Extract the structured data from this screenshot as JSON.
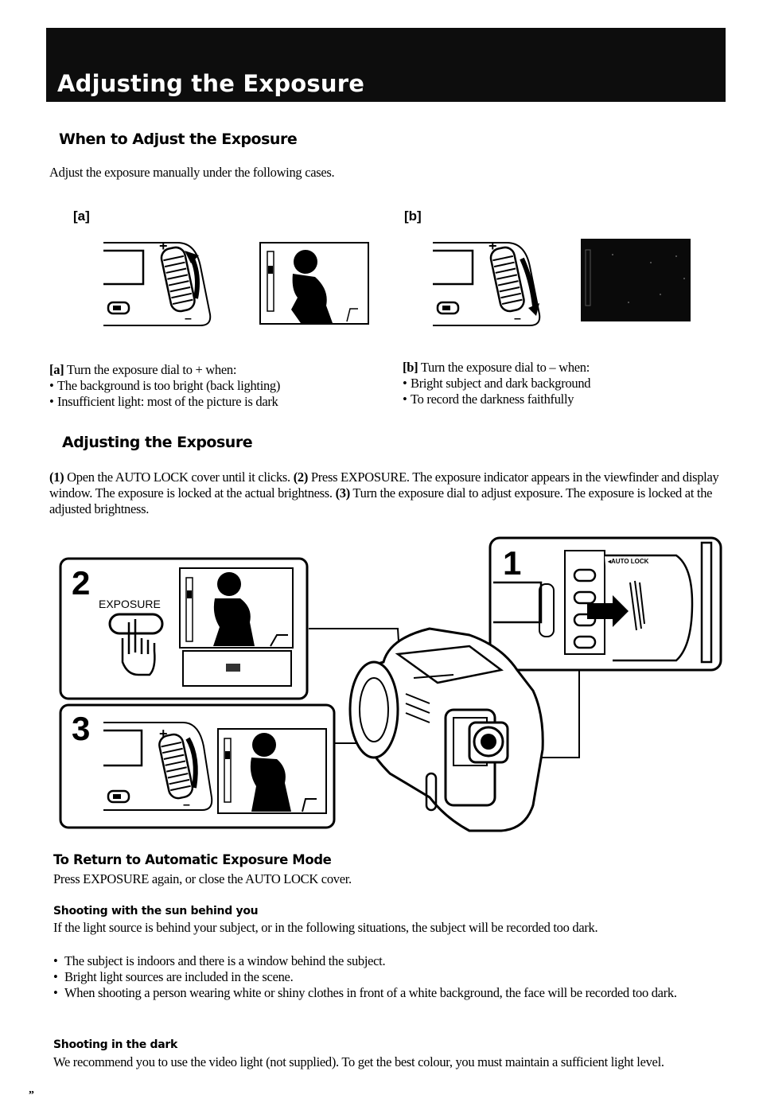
{
  "title": "Adjusting the Exposure",
  "when_section": {
    "heading": "When to Adjust the Exposure",
    "intro": "Adjust the exposure manually under the following cases.",
    "label_a": "[a]",
    "label_b": "[b]",
    "case_a": {
      "lead": "[a]",
      "title": "Turn the exposure dial to + when:",
      "bullets": [
        "The background is too bright (back lighting)",
        "Insufficient light: most of the picture is dark"
      ]
    },
    "case_b": {
      "lead": "[b]",
      "title": "Turn the exposure dial to – when:",
      "bullets": [
        "Bright subject and dark background",
        "To record the darkness faithfully"
      ]
    }
  },
  "adjust_section": {
    "heading": "Adjusting the Exposure",
    "step1_num": "(1)",
    "step1_text": " Open the AUTO LOCK cover until it clicks. ",
    "step2_num": "(2)",
    "step2_text": " Press EXPOSURE. The exposure indicator appears in the viewfinder and display window. The exposure is locked at the actual brightness. ",
    "step3_num": "(3)",
    "step3_text": " Turn the exposure dial to adjust exposure. The exposure is locked at the adjusted brightness."
  },
  "diagram": {
    "step1": "1",
    "step2": "2",
    "step3": "3",
    "exposure_label": "EXPOSURE",
    "auto_lock_label": "◂AUTO LOCK",
    "plus_sign": "+",
    "minus_sign": "–"
  },
  "return_section": {
    "heading": "To Return to Automatic Exposure Mode",
    "text": "Press EXPOSURE again, or close the AUTO LOCK cover."
  },
  "sun_section": {
    "heading": "Shooting with the sun behind you",
    "text": "If the light source is behind your subject, or in the following situations, the subject will be recorded too dark.",
    "bullets": [
      "The subject is indoors and there is a window behind the subject.",
      "Bright light sources are included in the scene.",
      "When shooting a person wearing white or shiny clothes in front of a  white background, the face will be recorded too dark."
    ]
  },
  "dark_section": {
    "heading": "Shooting in the dark",
    "text": "We recommend you to use the video light (not supplied). To get the best colour, you must maintain a sufficient light level."
  },
  "footer_mark": "„"
}
